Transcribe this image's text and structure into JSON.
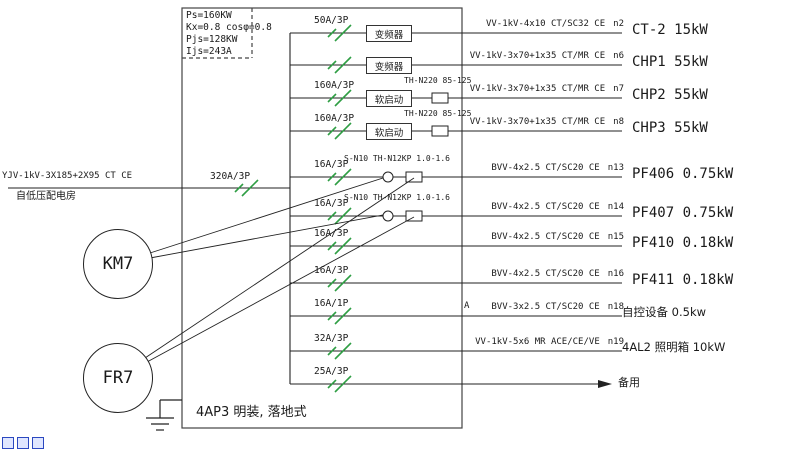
{
  "colors": {
    "breaker_green": "#2f9e44",
    "artifact_blue": "#2b48c0",
    "line": "#222222"
  },
  "panel": {
    "title": "4AP3 明装, 落地式",
    "calc": [
      "Ps=160KW",
      "Kx=0.8 cosφ=0.8",
      "Pjs=128KW",
      "Ijs=243A"
    ]
  },
  "incoming": {
    "cable": "YJV-1kV-3X185+2X95 CT CE",
    "source": "自低压配电房",
    "breaker": "320A/3P"
  },
  "devices": {
    "contactor": "KM7",
    "relay": "FR7"
  },
  "circuits": [
    {
      "breaker": "50A/3P",
      "device": "变频器",
      "cable": "VV-1kV-4x10 CT/SC32 CE",
      "num": "n2",
      "load": "CT-2 15kW"
    },
    {
      "breaker": "",
      "device": "变频器",
      "cable": "VV-1kV-3x70+1x35 CT/MR CE",
      "num": "n6",
      "load": "CHP1 55kW"
    },
    {
      "breaker": "160A/3P",
      "device": "软启动",
      "relay": "TH-N220 85-125",
      "cable": "VV-1kV-3x70+1x35 CT/MR CE",
      "num": "n7",
      "load": "CHP2 55kW"
    },
    {
      "breaker": "160A/3P",
      "device": "软启动",
      "relay": "TH-N220 85-125",
      "cable": "VV-1kV-3x70+1x35 CT/MR CE",
      "num": "n8",
      "load": "CHP3 55kW"
    },
    {
      "breaker": "16A/3P",
      "control": "S-N10 TH-N12KP 1.0-1.6",
      "cable": "BVV-4x2.5 CT/SC20 CE",
      "num": "n13",
      "load": "PF406 0.75kW"
    },
    {
      "breaker": "16A/3P",
      "control": "S-N10 TH-N12KP 1.0-1.6",
      "cable": "BVV-4x2.5 CT/SC20 CE",
      "num": "n14",
      "load": "PF407 0.75kW"
    },
    {
      "breaker": "16A/3P",
      "cable": "BVV-4x2.5 CT/SC20 CE",
      "num": "n15",
      "load": "PF410 0.18kW"
    },
    {
      "breaker": "16A/3P",
      "cable": "BVV-4x2.5 CT/SC20 CE",
      "num": "n16",
      "load": "PF411 0.18kW"
    },
    {
      "breaker": "16A/1P",
      "meter": "A",
      "cable": "BVV-3x2.5 CT/SC20 CE",
      "num": "n18",
      "load": "自控设备 0.5kw"
    },
    {
      "breaker": "32A/3P",
      "cable": "VV-1kV-5x6 MR ACE/CE/VE",
      "num": "n19",
      "load": "4AL2 照明箱 10kW"
    },
    {
      "breaker": "25A/3P",
      "load": "备用"
    }
  ]
}
